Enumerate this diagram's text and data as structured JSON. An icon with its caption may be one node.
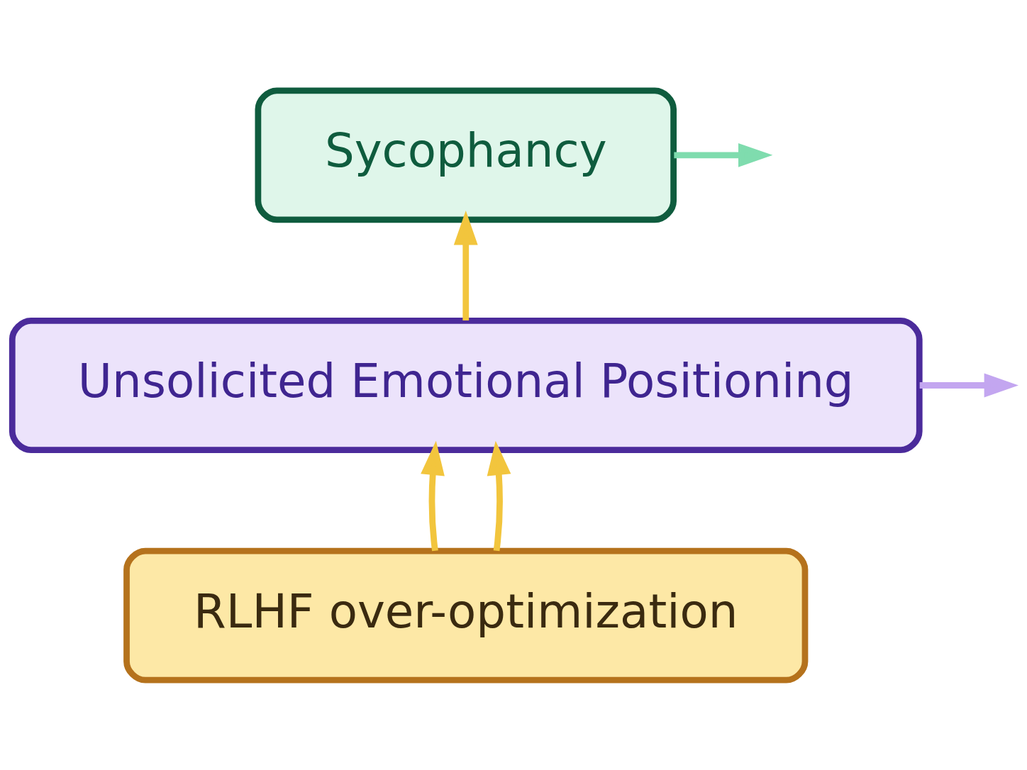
{
  "diagram": {
    "nodes": [
      {
        "text": [
          "Sycophancy"
        ]
      },
      {
        "text": [
          "Unsolicited Emotional Positioning"
        ]
      },
      {
        "text": [
          "RLHF over-optimization"
        ]
      }
    ],
    "edges": [
      {
        "from": 2,
        "to": 1,
        "arrow": "to"
      },
      {
        "from": 2,
        "to": 1,
        "arrow": "to"
      },
      {
        "from": 1,
        "to": 0,
        "arrow": "to"
      },
      {
        "from": 0,
        "to": null,
        "arrow": "to",
        "color": "#7fdcae"
      },
      {
        "from": 1,
        "to": null,
        "arrow": "to",
        "color": "#c3a6f0"
      }
    ]
  }
}
